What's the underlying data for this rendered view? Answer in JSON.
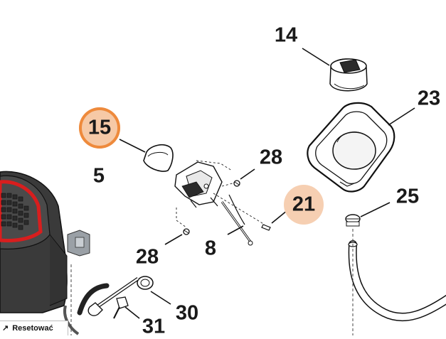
{
  "callouts": {
    "p14": "14",
    "p15": "15",
    "p5": "5",
    "p28a": "28",
    "p23": "23",
    "p21": "21",
    "p25": "25",
    "p8": "8",
    "p28b": "28",
    "p30": "30",
    "p31": "31"
  },
  "selected_part": "15",
  "highlighted_part": "21",
  "colors": {
    "selected_ring": "#ee8a3c",
    "selected_fill": "#f6c9a6",
    "highlight_fill": "#f6cfb2",
    "engine_red": "#d81e1e",
    "engine_body": "#3a3a3a",
    "line": "#111111"
  },
  "toolbar": {
    "reset_label": "Resetować",
    "reset_icon": "expand-arrow-icon"
  }
}
